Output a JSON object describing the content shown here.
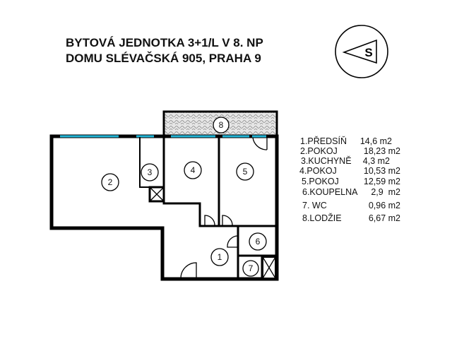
{
  "title": {
    "line1": "BYTOVÁ JEDNOTKA 3+1/L V 8. NP",
    "line2": "DOMU SLÉVAČSKÁ 905, PRAHA 9"
  },
  "compass": {
    "label": "S",
    "icon": "north-arrow-icon"
  },
  "colors": {
    "window": "#22b5d6",
    "wall": "#000000",
    "loggia_hatch": "#bdbdbd"
  },
  "plan": {
    "room_numbers": [
      "1",
      "2",
      "3",
      "4",
      "5",
      "6",
      "7",
      "8"
    ]
  },
  "legend": [
    {
      "name": "1.PŘEDSÍŇ",
      "area": "14,6 m2"
    },
    {
      "name": "2.POKOJ",
      "area": "18,23 m2"
    },
    {
      "name": "3.KUCHYNĚ",
      "area": "4,3 m2"
    },
    {
      "name": "4.POKOJ",
      "area": "10,53 m2"
    },
    {
      "name": "5.POKOJ",
      "area": "12,59 m2"
    },
    {
      "name": "6.KOUPELNA",
      "area": "2,9  m2"
    },
    {
      "name": "7. WC",
      "area": "0,96 m2"
    },
    {
      "name": "8.LODŽIE",
      "area": "6,67 m2"
    }
  ]
}
